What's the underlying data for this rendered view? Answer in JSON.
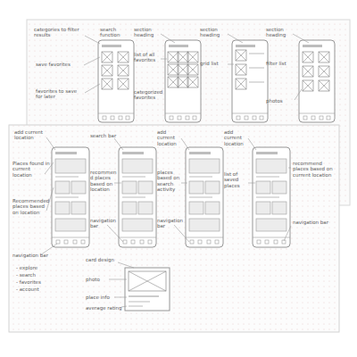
{
  "diagram": {
    "labels": [
      "categories to filter results",
      "search function",
      "save favorites",
      "favorites to save for later",
      "section heading",
      "list of all favorites",
      "categorized favorites",
      "section heading",
      "grid list",
      "section heading",
      "filter list",
      "photos",
      "add current location",
      "Places found in current location",
      "Recommended places based on location",
      "navigation bar",
      "- explore",
      "- search",
      "- favorites",
      "- account",
      "search bar",
      "recommend places based on location",
      "navigation bar",
      "add current location",
      "places based on search activity",
      "navigation bar",
      "add current location",
      "list of saved places",
      "navigation bar",
      "recommend places based on current location",
      "card design",
      "photo",
      "place info",
      "average rating"
    ]
  }
}
